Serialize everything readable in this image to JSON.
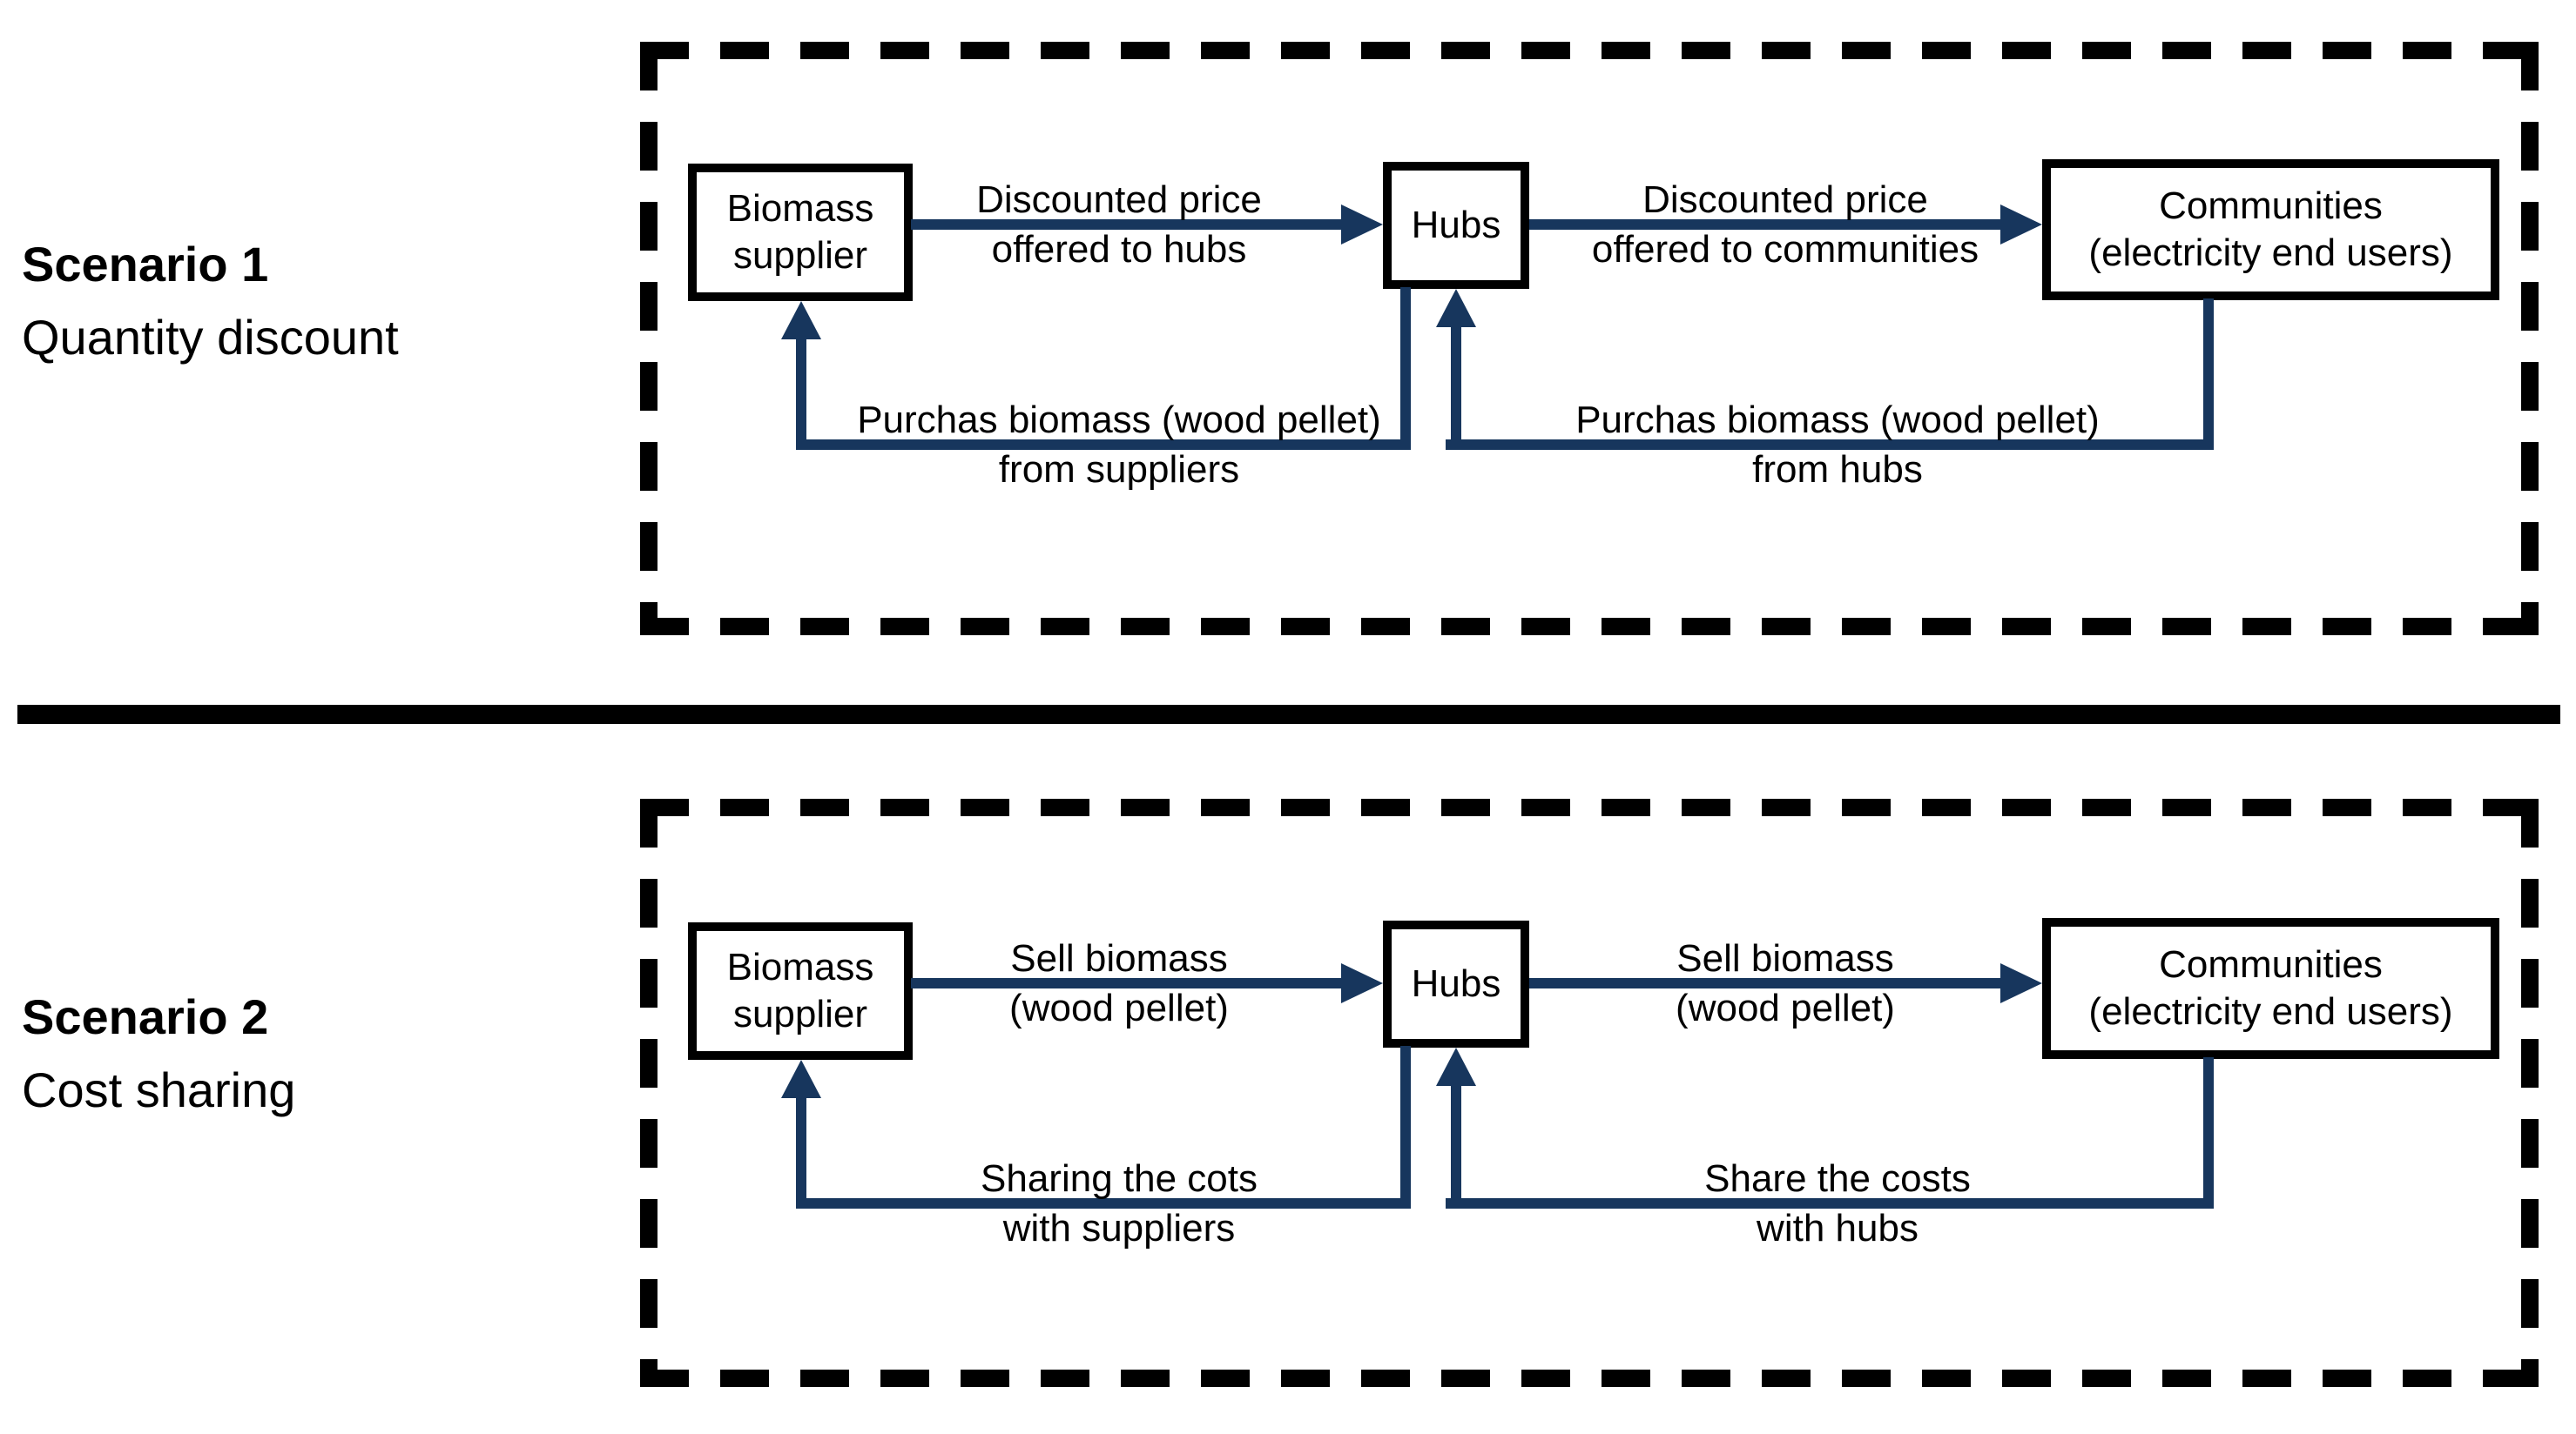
{
  "colors": {
    "arrow": "#17365d",
    "box_border": "#000000",
    "panel_dash": "#000000",
    "text": "#000000",
    "background": "#ffffff"
  },
  "scenarios": [
    {
      "title": "Scenario 1",
      "subtitle": "Quantity discount",
      "nodes": {
        "supplier": "Biomass supplier",
        "hub": "Hubs",
        "communities_name": "Communities",
        "communities_sub": "(electricity end users)"
      },
      "flows": {
        "supplier_to_hub": {
          "line1": "Discounted price",
          "line2": "offered to hubs"
        },
        "hub_to_communities": {
          "line1": "Discounted price",
          "line2": "offered to communities"
        },
        "hub_to_supplier": {
          "line1": "Purchas biomass (wood pellet)",
          "line2": "from suppliers"
        },
        "communities_to_hub": {
          "line1": "Purchas biomass (wood pellet)",
          "line2": "from hubs"
        }
      }
    },
    {
      "title": "Scenario 2",
      "subtitle": "Cost sharing",
      "nodes": {
        "supplier": "Biomass supplier",
        "hub": "Hubs",
        "communities_name": "Communities",
        "communities_sub": "(electricity end users)"
      },
      "flows": {
        "supplier_to_hub": {
          "line1": "Sell biomass",
          "line2": "(wood pellet)"
        },
        "hub_to_communities": {
          "line1": "Sell biomass",
          "line2": "(wood pellet)"
        },
        "hub_to_supplier": {
          "line1": "Sharing the cots",
          "line2": "with suppliers"
        },
        "communities_to_hub": {
          "line1": "Share the costs",
          "line2": "with hubs"
        }
      }
    }
  ]
}
